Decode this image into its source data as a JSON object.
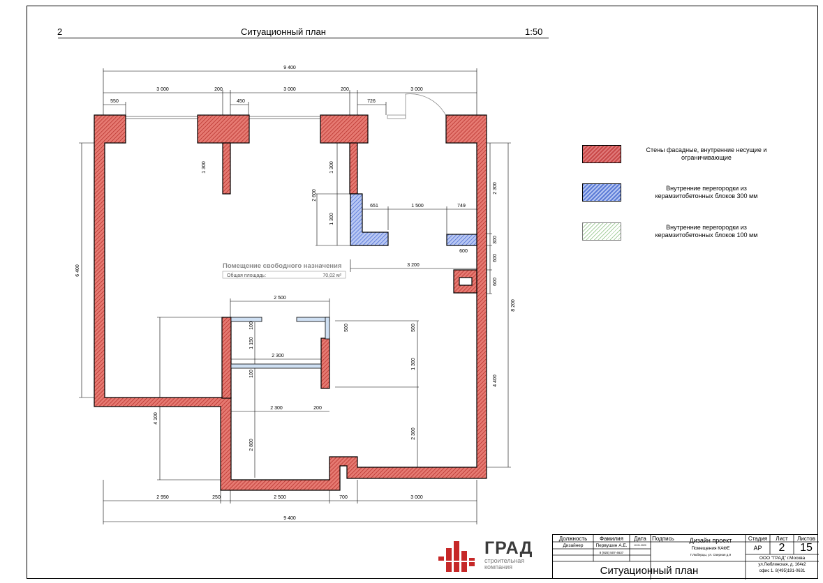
{
  "header": {
    "number": "2",
    "title": "Ситуационный план",
    "scale": "1:50"
  },
  "plan": {
    "room_name": "Помещение свободного назначения",
    "area_label": "Общая площадь:",
    "area_value": "70,02 м²",
    "dimensions": {
      "top_total": "9 400",
      "top_1": "3 000",
      "top_2": "200",
      "top_3": "3 000",
      "top_4": "200",
      "top_5": "3 000",
      "top_550": "550",
      "top_450": "450",
      "top_726": "726",
      "left_6400": "6 400",
      "left_4100": "4 100",
      "right_2300": "2 300",
      "right_300": "300",
      "right_600a": "600",
      "right_600b": "600",
      "right_8200": "8 200",
      "right_4400": "4 400",
      "right_500": "500",
      "right_1300": "1 300",
      "right_2300b": "2 300",
      "inner_1300a": "1 300",
      "inner_1300b": "1 300",
      "inner_1300c": "1 300",
      "inner_2600": "2 600",
      "inner_651": "651",
      "inner_1500": "1 500",
      "inner_749": "749",
      "inner_600": "600",
      "inner_3200": "3 200",
      "inner_2500": "2 500",
      "inner_100a": "100",
      "inner_1150": "1 150",
      "inner_500": "500",
      "inner_2300a": "2 300",
      "inner_100b": "100",
      "inner_2300b": "2 300",
      "inner_200": "200",
      "inner_2800": "2 800",
      "bottom_2950": "2 950",
      "bottom_250": "250",
      "bottom_2500": "2 500",
      "bottom_700": "700",
      "bottom_3000": "3 000",
      "bottom_total": "9 400"
    }
  },
  "legend": [
    {
      "text": "Стены фасадные, внутренние несущие и ограничивающие"
    },
    {
      "text": "Внутренние перегородки из керамзитобетонных блоков 300 мм"
    },
    {
      "text": "Внутренние перегородки из керамзитобетонных блоков 100 мм"
    }
  ],
  "logo": {
    "brand": "ГРАД",
    "sub1": "строительная",
    "sub2": "компания"
  },
  "stamp": {
    "h_position": "Должность",
    "h_surname": "Фамилия",
    "h_date": "Дата",
    "h_sign": "Подпись",
    "position": "Дизайнер",
    "surname": "Первушин А.Е.",
    "date": "10.01.2020",
    "phone": "8 (925) 507-4637",
    "project": "Дизайн проект",
    "object": "Помещения КАФЕ",
    "address": "Г.Люберцы, ул. Озерная д.9",
    "h_stage": "Стадия",
    "h_sheet": "Лист",
    "h_sheets": "Листов",
    "stage": "АР",
    "sheet": "2",
    "sheets": "15",
    "sheet_title": "Ситуационный план",
    "company1": "ООО \"ГРАД\" г.Москва",
    "company2": "ул.Люблинская, д. 164к2",
    "company3": "офис 1. 8(495)191-0631"
  },
  "colors": {
    "wall": "#d9574f",
    "partition_300": "#6f8fe0",
    "partition_100": "#c9e3c3"
  }
}
